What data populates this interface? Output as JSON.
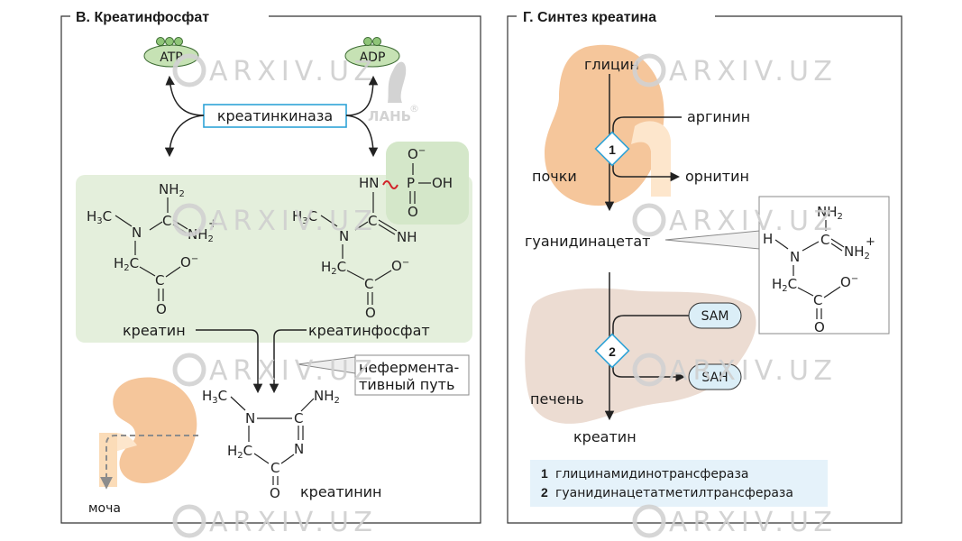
{
  "panel_b": {
    "title": "В. Креатинфосфат",
    "atp": "ATP",
    "adp": "ADP",
    "enzyme": "креатинкиназа",
    "creatine": "креатин",
    "creatine_phosphate": "креатинфосфат",
    "nonenzymatic_line1": "неферментa-",
    "nonenzymatic_line2": "тивный путь",
    "creatinine": "креатинин",
    "urine": "моча"
  },
  "panel_c": {
    "title": "Г. Синтез креатина",
    "glycine": "глицин",
    "arginine": "аргинин",
    "kidneys": "почки",
    "ornithine": "орнитин",
    "guanidinoacetate": "гуанидинацетат",
    "sam": "SAM",
    "sah": "SAH",
    "liver": "печень",
    "creatine": "креатин",
    "step1": "1",
    "step2": "2",
    "legend": [
      {
        "num": "1",
        "text": "глицинамидинотрансфераза"
      },
      {
        "num": "2",
        "text": "гуанидинацетатметилтрансфераза"
      }
    ]
  },
  "watermark": {
    "text": "ARXIV.UZ",
    "lan_logo": "ЛАНЬ",
    "reg_mark": "®"
  },
  "colors": {
    "green_bg": "#e4efdc",
    "organ": "#f5c69b",
    "liver": "#ecdcd2",
    "enzyme_box": "#2fa3d7",
    "sam_fill": "#dbeef7",
    "legend_bg": "#e5f2fa"
  }
}
